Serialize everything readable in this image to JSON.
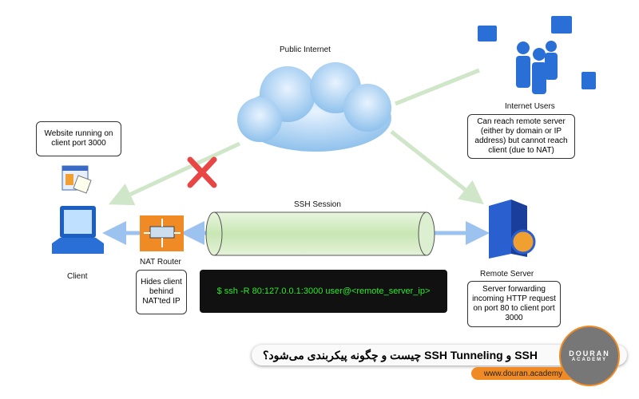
{
  "labels": {
    "public_internet": "Public Internet",
    "internet_users": "Internet Users",
    "ssh_session": "SSH Session",
    "client": "Client",
    "nat_router": "NAT Router",
    "remote_server": "Remote Server"
  },
  "notes": {
    "internet_users": "Can reach remote server (either by domain or IP address) but cannot reach client (due to NAT)",
    "website": "Website running on client port 3000",
    "nat": "Hides client behind NAT'ted IP",
    "server": "Server forwarding incoming HTTP request on port 80 to client port 3000"
  },
  "command": "$ ssh -R 80:127.0.0.1:3000 user@<remote_server_ip>",
  "banner": {
    "title": "SSH و SSH Tunneling چیست و چگونه پیکربندی می‌شود؟",
    "url": "www.douran.academy",
    "logo_text": "DOURAN",
    "logo_sub": "ACADEMY"
  },
  "colors": {
    "green_arrow": "#cfe6c8",
    "blue_arrow": "#9cc3f0",
    "orange": "#f08a24",
    "terminal_text": "#2ee82e"
  }
}
